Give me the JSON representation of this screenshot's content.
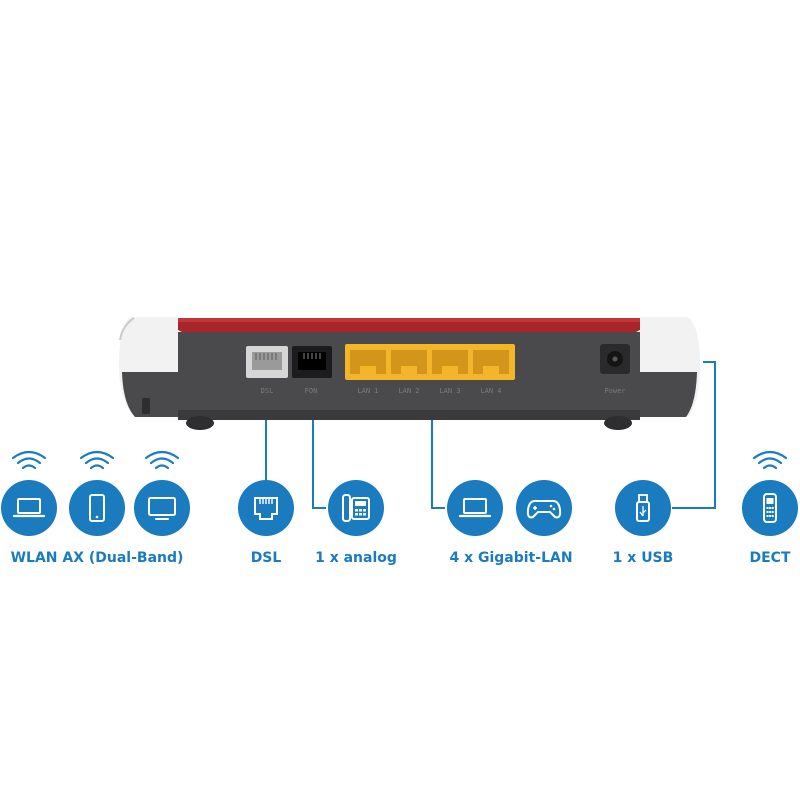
{
  "router": {
    "port_labels": [
      "DSL",
      "FON",
      "LAN 1",
      "LAN 2",
      "LAN 3",
      "LAN 4",
      "Power"
    ]
  },
  "features": [
    {
      "label": "WLAN AX (Dual-Band)",
      "icons": [
        "laptop-icon",
        "smartphone-icon",
        "monitor-icon"
      ],
      "wireless": true
    },
    {
      "label": "DSL",
      "icons": [
        "ethernet-port-icon"
      ],
      "wireless": false
    },
    {
      "label": "1 x analog",
      "icons": [
        "desk-phone-icon"
      ],
      "wireless": false
    },
    {
      "label": "4 x Gigabit-LAN",
      "icons": [
        "laptop-icon",
        "gamepad-icon"
      ],
      "wireless": false
    },
    {
      "label": "1 x USB",
      "icons": [
        "usb-stick-icon"
      ],
      "wireless": false
    },
    {
      "label": "DECT",
      "icons": [
        "cordless-phone-icon"
      ],
      "wireless": true
    }
  ],
  "colors": {
    "accent_blue": "#1a7bbf",
    "router_red": "#a8262a",
    "router_body": "#4a4a4c",
    "port_yellow": "#f3b52a"
  }
}
